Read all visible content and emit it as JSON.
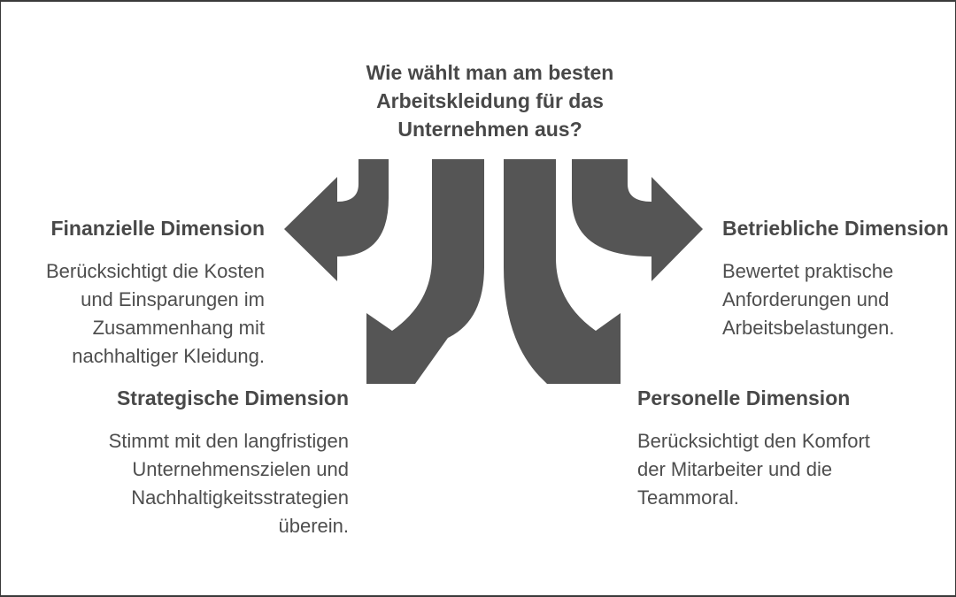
{
  "question": {
    "lines": [
      "Wie wählt man am besten",
      "Arbeitskleidung für das",
      "Unternehmen aus?"
    ]
  },
  "finanziell": {
    "title": "Finanzielle Dimension",
    "lines": [
      "Berücksichtigt die Kosten",
      "und Einsparungen im",
      "Zusammenhang mit",
      "nachhaltiger Kleidung."
    ]
  },
  "strategisch": {
    "title": "Strategische Dimension",
    "lines": [
      "Stimmt mit den langfristigen",
      "Unternehmenszielen und",
      "Nachhaltigkeitsstrategien",
      "überein."
    ]
  },
  "betrieblich": {
    "title": "Betriebliche Dimension",
    "lines": [
      "Bewertet praktische",
      "Anforderungen und",
      "Arbeitsbelastungen."
    ]
  },
  "personell": {
    "title": "Personelle Dimension",
    "lines": [
      "Berücksichtigt den Komfort",
      "der Mitarbeiter und die",
      "Teammoral."
    ]
  },
  "colors": {
    "arrow": "#555555",
    "text": "#4a4a4a"
  }
}
